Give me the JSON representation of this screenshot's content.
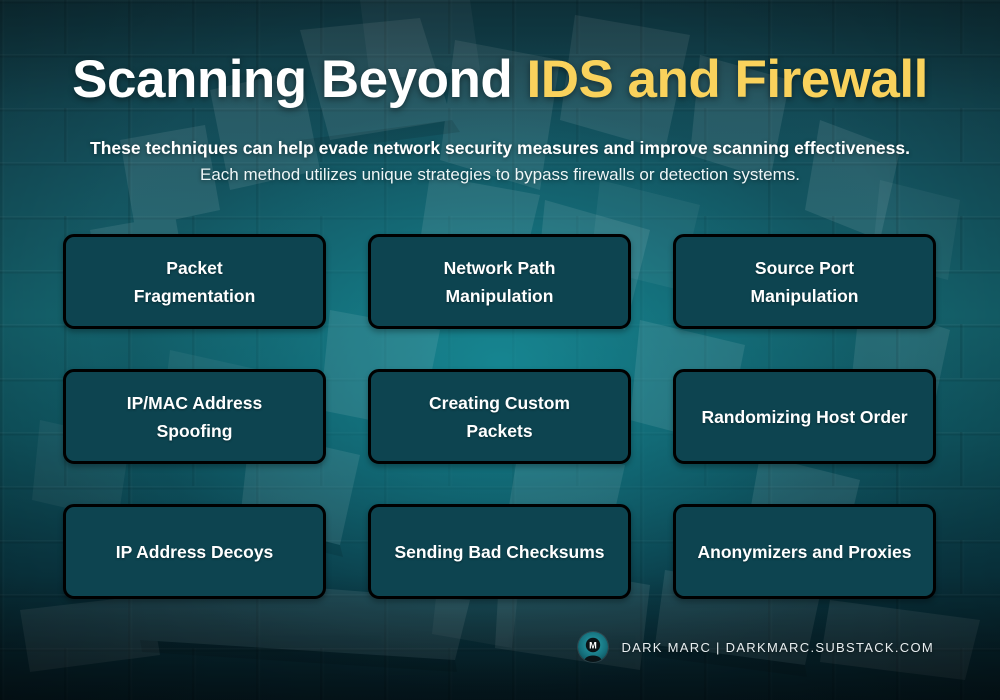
{
  "title": {
    "part1": "Scanning Beyond ",
    "accent": "IDS and Firewall",
    "accent_color": "#f9d25c"
  },
  "subtitle": {
    "line1": "These techniques can help evade network security measures and improve scanning effectiveness.",
    "line2": "Each method utilizes unique strategies to bypass firewalls or detection systems."
  },
  "cards": [
    {
      "label": "Packet\nFragmentation"
    },
    {
      "label": "Network Path\nManipulation"
    },
    {
      "label": "Source Port\nManipulation"
    },
    {
      "label": "IP/MAC Address\nSpoofing"
    },
    {
      "label": "Creating Custom\nPackets"
    },
    {
      "label": "Randomizing Host Order"
    },
    {
      "label": "IP Address Decoys"
    },
    {
      "label": "Sending Bad Checksums"
    },
    {
      "label": "Anonymizers and Proxies"
    }
  ],
  "footer": {
    "logo_letter": "M",
    "text": "DARK MARC | DARKMARC.SUBSTACK.COM"
  },
  "theme": {
    "card_fill": "#0d4450",
    "card_border": "#000000",
    "text_white": "#ffffff",
    "background_teal": "#14626c",
    "background_dark": "#06222c"
  }
}
